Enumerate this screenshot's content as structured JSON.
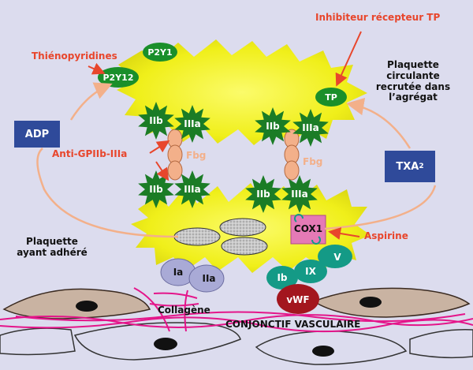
{
  "labels": {
    "inhibitor_tp": "Inhibiteur récepteur TP",
    "thienopyridines": "Thiénopyridines",
    "anti_gp": "Anti-GPIIb-IIIa",
    "aspirine": "Aspirine",
    "circulating_platelet": "Plaquette circulante recrutée dans l’agrégat",
    "adhered_platelet": "Plaquette ayant adhéré",
    "collagene": "Collagène",
    "conjonctif": "CONJONCTIF VASCULAIRE"
  },
  "boxes": {
    "adp": "ADP",
    "txa2": "TXA",
    "txa2_sub": "2"
  },
  "receptors": {
    "p2y1": "P2Y1",
    "p2y12": "P2Y12",
    "tp": "TP"
  },
  "integrin": {
    "iib": "IIb",
    "iiia": "IIIa"
  },
  "fbg": "Fbg",
  "cox1": "COX1",
  "gp": {
    "ia": "Ia",
    "iia": "IIa",
    "ib": "Ib",
    "ix": "IX",
    "v": "V"
  },
  "vwf": "vWF",
  "colors": {
    "background": "#dcdcee",
    "platelet_fill": "#f0ef1a",
    "receptor_green": "#1a8f2a",
    "star_green": "#1b7c26",
    "box_blue": "#2f4a9a",
    "teal": "#149a86",
    "vwf_red": "#a3161e",
    "gp_lavender": "#a9aad6",
    "collagen_pink": "#e4158a",
    "arrow_peach": "#f3b08a",
    "text_red": "#e8462c",
    "cell_gray": "#dcdcee",
    "cell_brown": "#c9b3a2"
  }
}
